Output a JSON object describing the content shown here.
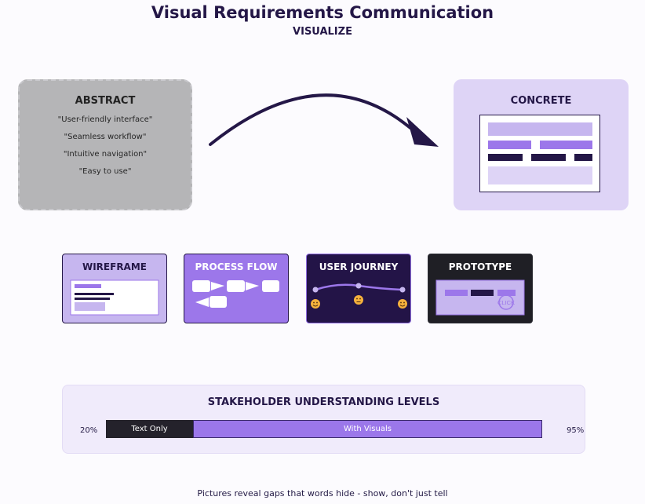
{
  "title": "Visual Requirements Communication",
  "subtitle": "VISUALIZE",
  "abstract": {
    "title": "ABSTRACT",
    "quotes": [
      "\"User-friendly interface\"",
      "\"Seamless workflow\"",
      "\"Intuitive navigation\"",
      "\"Easy to use\""
    ]
  },
  "concrete": {
    "title": "CONCRETE"
  },
  "methods": [
    {
      "title": "WIREFRAME"
    },
    {
      "title": "PROCESS FLOW"
    },
    {
      "title": "USER JOURNEY",
      "icons": [
        "smiley-icon",
        "neutral-face-icon",
        "smiley-icon"
      ]
    },
    {
      "title": "PROTOTYPE",
      "click_label": "CLICK"
    }
  ],
  "stakeholder": {
    "title": "STAKEHOLDER UNDERSTANDING LEVELS",
    "text_only": {
      "label": "Text Only",
      "percent_label": "20%",
      "value": 20
    },
    "with_visuals": {
      "label": "With Visuals",
      "percent_label": "95%",
      "value": 95
    }
  },
  "footer": "Pictures reveal gaps that words hide - show, don't just tell",
  "colors": {
    "dark_purple": "#241747",
    "purple": "#9c77ea",
    "light_purple": "#c6b6ef",
    "pale_purple": "#ded4f6",
    "gray": "#b5b5b7",
    "panel": "#f0ebfb"
  }
}
